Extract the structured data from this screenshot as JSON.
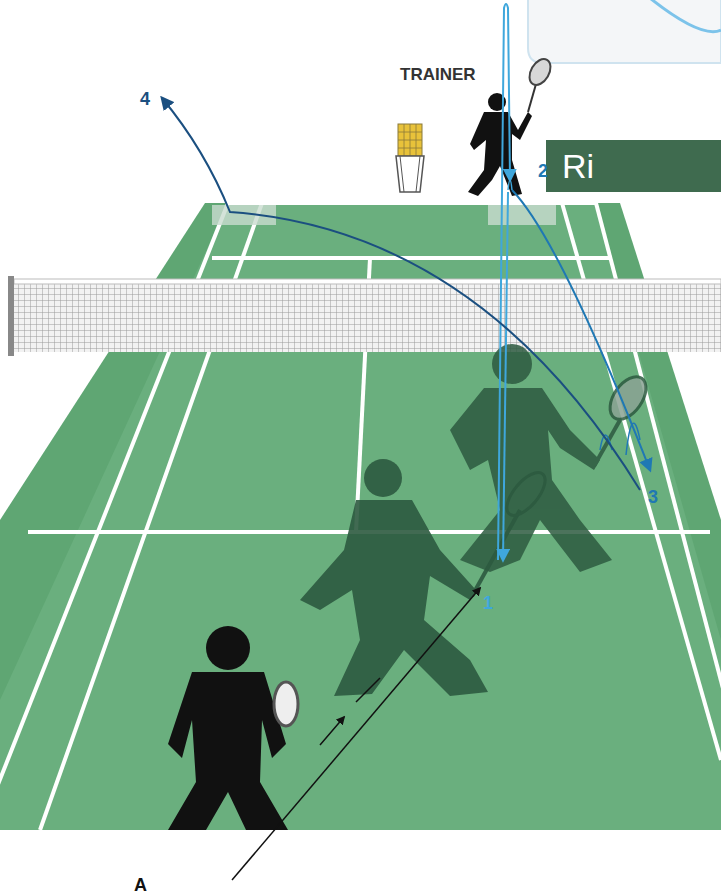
{
  "diagram": {
    "nodes": [
      {
        "text": [
          "Ri"
        ]
      }
    ],
    "labels": [
      "TRAINER",
      "4",
      "2",
      "3",
      "1",
      "A"
    ]
  }
}
